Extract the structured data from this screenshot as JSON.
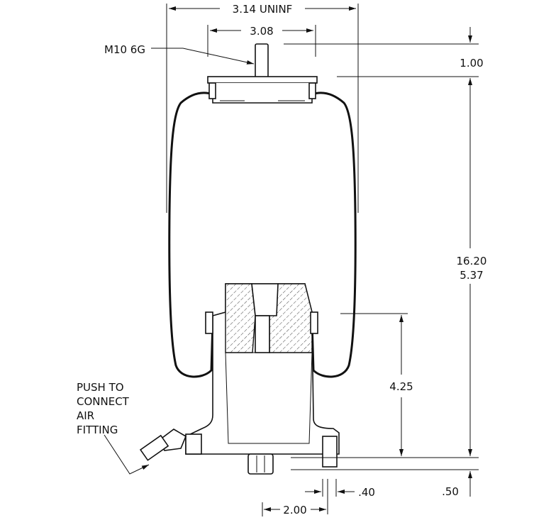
{
  "dimensions": {
    "overall_width": "3.14 UNINF",
    "bead_plate_width": "3.08",
    "stud_height": "1.00",
    "height_max": "16.20",
    "height_min": "5.37",
    "piston_height": "4.25",
    "base_offset": ".50",
    "lug_width": ".40",
    "lug_offset": "2.00"
  },
  "labels": {
    "stud_thread": "M10 6G",
    "fitting_line1": "PUSH TO",
    "fitting_line2": "CONNECT",
    "fitting_line3": "AIR",
    "fitting_line4": "FITTING"
  }
}
